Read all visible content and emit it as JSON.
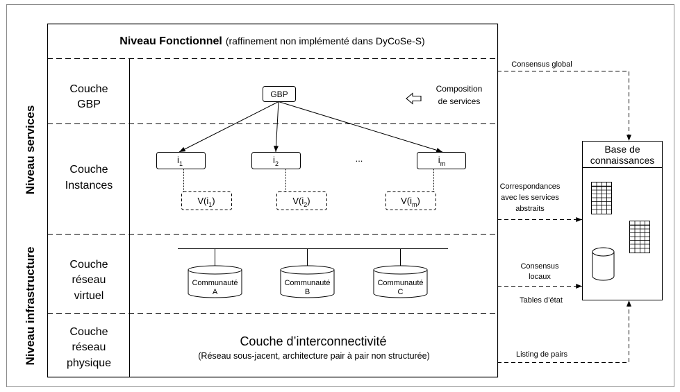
{
  "title": {
    "bold": "Niveau Fonctionnel",
    "rest": "(raffinement non implémenté dans DyCoSe-S)"
  },
  "levels": {
    "services": "Niveau services",
    "infrastructure": "Niveau infrastructure"
  },
  "layers": [
    {
      "lines": [
        "Couche",
        "GBP"
      ]
    },
    {
      "lines": [
        "Couche",
        "Instances"
      ]
    },
    {
      "lines": [
        "Couche",
        "réseau",
        "virtuel"
      ]
    },
    {
      "lines": [
        "Couche",
        "réseau",
        "physique"
      ]
    }
  ],
  "gbp_layer": {
    "node": "GBP",
    "composition": [
      "Composition",
      "de services"
    ]
  },
  "instances_layer": {
    "instances": [
      {
        "base": "i",
        "sub": "1"
      },
      {
        "base": "i",
        "sub": "2"
      },
      {
        "base": "i",
        "sub": "m"
      }
    ],
    "ellipsis": "...",
    "views": [
      {
        "prefix": "V(i",
        "sub": "1",
        "suffix": ")"
      },
      {
        "prefix": "V(i",
        "sub": "2",
        "suffix": ")"
      },
      {
        "prefix": "V(i",
        "sub": "m",
        "suffix": ")"
      }
    ]
  },
  "virtual_layer": {
    "communities": [
      {
        "name": "Communauté",
        "id": "A"
      },
      {
        "name": "Communauté",
        "id": "B"
      },
      {
        "name": "Communauté",
        "id": "C"
      }
    ]
  },
  "physical_layer": {
    "title": "Couche d’interconnectivité",
    "subtitle": "(Réseau sous-jacent, architecture pair à pair non structurée)"
  },
  "knowledge_base": {
    "title": [
      "Base de",
      "connaissances"
    ],
    "icons": [
      "table-icon",
      "table-icon",
      "database-icon"
    ]
  },
  "flows": {
    "consensus_global": "Consensus global",
    "correspondances": [
      "Correspondances",
      "avec les services",
      "abstraits"
    ],
    "consensus_locaux": [
      "Consensus",
      "locaux"
    ],
    "tables_etat": "Tables d’état",
    "listing_pairs": "Listing de pairs"
  }
}
